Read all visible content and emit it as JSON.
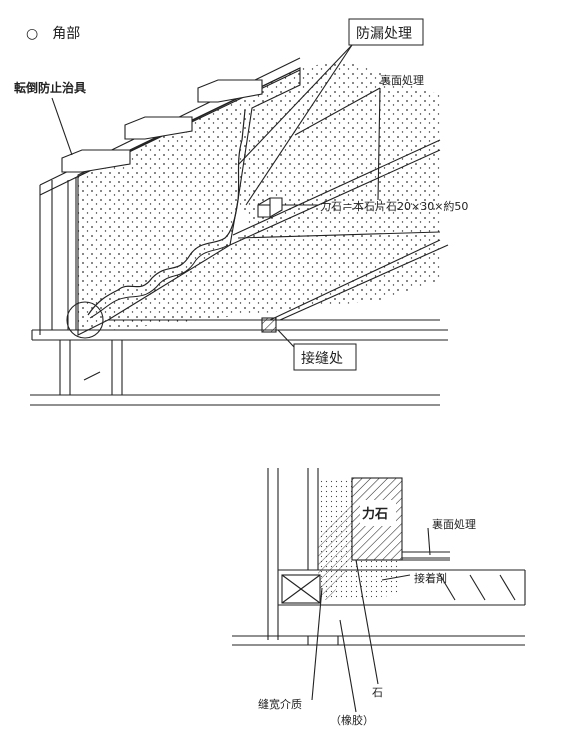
{
  "top_diagram": {
    "section_title": "○　角部",
    "label_anti_topple": "転倒防止治具",
    "label_leak_proof": "防漏处理",
    "label_back_treatment": "裏面処理",
    "label_stone_shim": "力石＝本石片石20×30×約50",
    "label_joint": "接缝处"
  },
  "bottom_diagram": {
    "label_stone_shim": "力石",
    "label_back_treatment": "裏面処理",
    "label_adhesive": "接着剤",
    "label_stone": "石",
    "label_joint_medium": "缝宽介质",
    "label_rubber": "（橡胶）"
  }
}
